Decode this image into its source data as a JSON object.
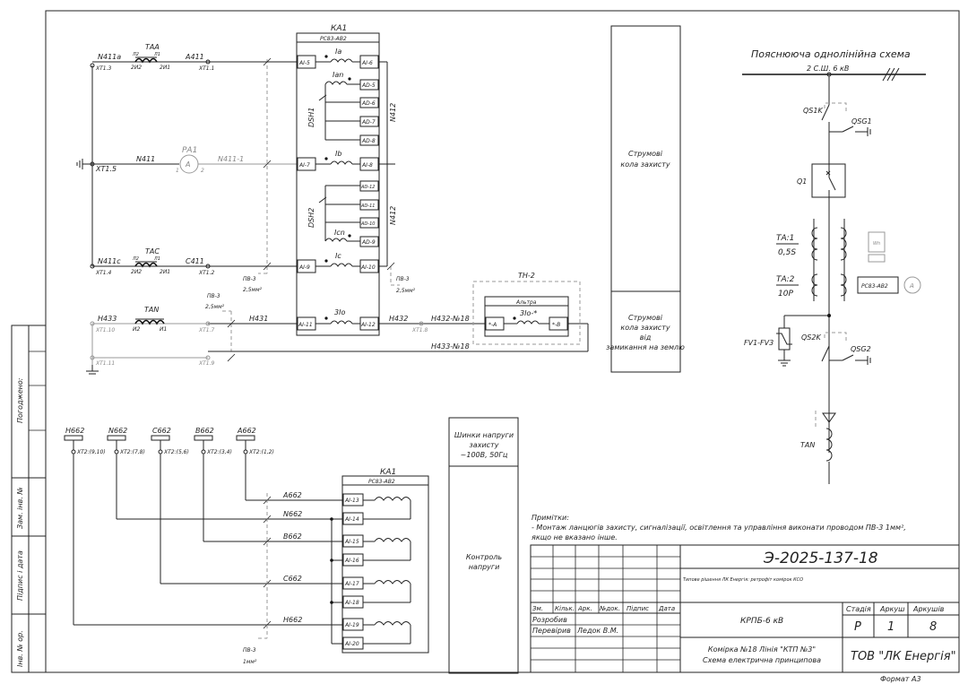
{
  "sheet": {
    "format": "Формат А3"
  },
  "top": {
    "ka1_title": "КА1",
    "ka1_model": "РС83-АВ2",
    "row_a": {
      "wire_left": "N411a",
      "xt_left": "ХТ1.3",
      "ta": "ТАА",
      "l1": "Л1",
      "l2": "Л2",
      "i2": "2И2",
      "i1": "2И1",
      "wire_right": "А411",
      "xt_right": "ХТ1.1",
      "term_in": "АІ-5",
      "coil": "Іа",
      "term_out": "АІ-6"
    },
    "row_n": {
      "coil": "Іаn",
      "t1": "АD-5",
      "t2": "АD-6",
      "t3": "АD-7",
      "t4": "АD-8",
      "dsh": "DSH1",
      "n412": "N412"
    },
    "row_b": {
      "xt": "ХТ1.5",
      "wire": "N411",
      "pa": "РА1",
      "pa_sym": "А",
      "pa_p1": "1",
      "pa_p2": "2",
      "wire2": "N411-1",
      "term_in": "АІ-7",
      "coil": "Іb",
      "term_out": "АІ-8"
    },
    "row_n2": {
      "t1": "АD-12",
      "t2": "АD-11",
      "t3": "АD-10",
      "t4": "АD-9",
      "coil": "Іcn",
      "dsh": "DSH2",
      "n412": "N412"
    },
    "row_c": {
      "wire_left": "N411c",
      "xt_left": "ХТ1.4",
      "ta": "ТАС",
      "l1": "Л1",
      "l2": "Л2",
      "i2": "2И2",
      "i1": "2И1",
      "wire_right": "С411",
      "xt_right": "ХТ1.2",
      "term_in": "АІ-9",
      "coil": "Іс",
      "term_out": "АІ-10",
      "pv_left": "ПВ-3",
      "pv_left_s": "2,5мм²",
      "pv_right": "ПВ-3",
      "pv_right_s": "2,5мм²"
    },
    "row_0": {
      "wire_left": "Н433",
      "xt_left": "ХТ1.10",
      "ta": "ТАN",
      "i2": "И2",
      "i1": "И1",
      "xt_mid": "ХТ1.7",
      "pv": "ПВ-3",
      "pv_s": "2,5мм²",
      "wire_mid": "Н431",
      "term_in": "АІ-11",
      "coil": "3Іо",
      "term_out": "АІ-12",
      "wire_right": "Н432",
      "wire_r2": "Н432-№18",
      "xt_r": "ХТ1.8",
      "xt_g": "ХТ1.11",
      "xt_g2": "ХТ1.9",
      "wire_ret": "Н433-№18"
    },
    "th2": {
      "title": "ТН-2",
      "sub": "Альтра",
      "coil": "3Іо-*",
      "t_a": "*-А",
      "t_b": "*-В"
    }
  },
  "bottom": {
    "buses": [
      {
        "label": "Н662",
        "xt": "ХТ2:(9,10)"
      },
      {
        "label": "N662",
        "xt": "ХТ2:(7,8)"
      },
      {
        "label": "С662",
        "xt": "ХТ2:(5,6)"
      },
      {
        "label": "В662",
        "xt": "ХТ2:(3,4)"
      },
      {
        "label": "А662",
        "xt": "ХТ2:(1,2)"
      }
    ],
    "ka1_title": "КА1",
    "ka1_model": "РС83-АВ2",
    "wires": [
      "А662",
      "N662",
      "В662",
      "С662",
      "Н662"
    ],
    "terminals": [
      "АІ-13",
      "АІ-14",
      "АІ-15",
      "АІ-16",
      "АІ-17",
      "АІ-18",
      "АІ-19",
      "АІ-20"
    ],
    "pv": "ПВ-3",
    "pv_s": "1мм²"
  },
  "legend": {
    "protection": "Струмові кола захисту",
    "earth": "Струмові кола захисту від замикання на землю",
    "bus": "Шинки напруги захисту ~100В, 50Гц",
    "control": "Контроль напруги"
  },
  "single_line": {
    "title": "Пояснююча однолінійна схема",
    "bus": "2 С.Ш. 6 кВ",
    "qs1k": "QS1K",
    "qsg1": "QSG1",
    "q1": "Q1",
    "ta1": "ТА:1",
    "ta1_cl": "0,5S",
    "ta2": "ТА:2",
    "ta2_cl": "10Р",
    "wh": "Wh",
    "relay": "РС83-АВ2",
    "amm": "А",
    "fv": "FV1-FV3",
    "qs2k": "QS2K",
    "qsg2": "QSG2",
    "tan": "ТАN"
  },
  "notes": {
    "title": "Примітки:",
    "line1": "- Монтаж ланцюгів захисту, сигналізації, освітлення та управління виконати проводом ПВ-3 1мм²,",
    "line2": "якщо не вказано інше."
  },
  "stamp": {
    "doc": "Э-2025-137-18",
    "typical": "Типове рішення ЛК Енергія: ретрофіт комірок КСО",
    "hdr": [
      "Зм.",
      "Кільк.",
      "Арк.",
      "№док.",
      "Підпис",
      "Дата"
    ],
    "r1": "Розробив",
    "r2": "Перевірив",
    "r2_name": "Ледок В.М.",
    "krpb": "КРПБ-6 кВ",
    "desc1": "Комірка №18 Лінія \"КТП №3\"",
    "desc2": "Схема електрична принципова",
    "stage_h": "Стадія",
    "sheet_h": "Аркуш",
    "sheets_h": "Аркушів",
    "stage": "Р",
    "sheet": "1",
    "sheets": "8",
    "org": "ТОВ \"ЛК Енергія\""
  },
  "side": {
    "agreed": "Погоджено:",
    "inv_sub": "Зам. інв. №",
    "sign": "Підпис і дата",
    "inv": "Інв. № ор."
  }
}
